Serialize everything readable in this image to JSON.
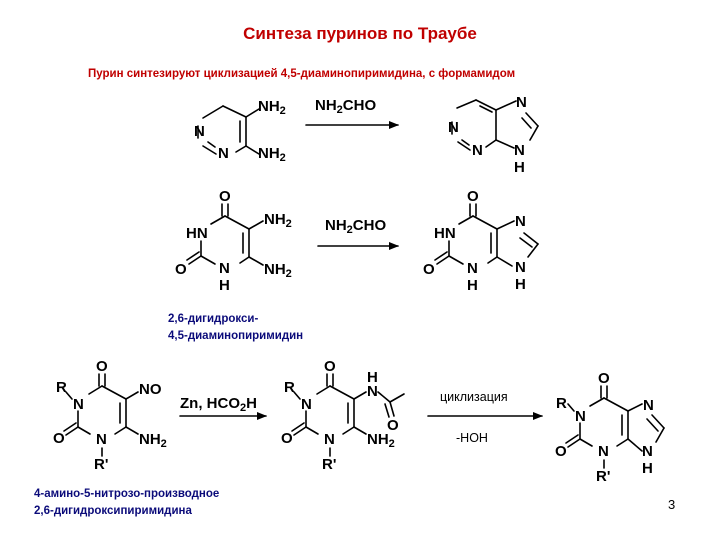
{
  "slide": {
    "title": "Синтеза пуринов по Траубе",
    "subtitle": "Пурин синтезируют циклизацией 4,5-диаминопиримидина, с формамидом",
    "caption_diol_1": "2,6-дигидрокси-",
    "caption_diol_2": "4,5-диаминопиримидин",
    "caption_nitroso_1": "4-амино-5-нитрозо-производное",
    "caption_nitroso_2": "2,6-дигидроксипиримидина",
    "page_number": "3"
  },
  "reagents": {
    "formamide": "NH2CHO",
    "reduction": "Zn, HCO2H",
    "cyclization": "циклизация",
    "water_loss": "-НОН"
  },
  "atoms": {
    "N": "N",
    "NH": "NH",
    "HN": "HN",
    "H": "H",
    "O": "O",
    "NH2": "NH2",
    "NO": "NO",
    "R": "R",
    "Rp": "R'"
  },
  "colors": {
    "title": "#c00000",
    "caption": "#0b0b7a",
    "bond": "#000000"
  }
}
